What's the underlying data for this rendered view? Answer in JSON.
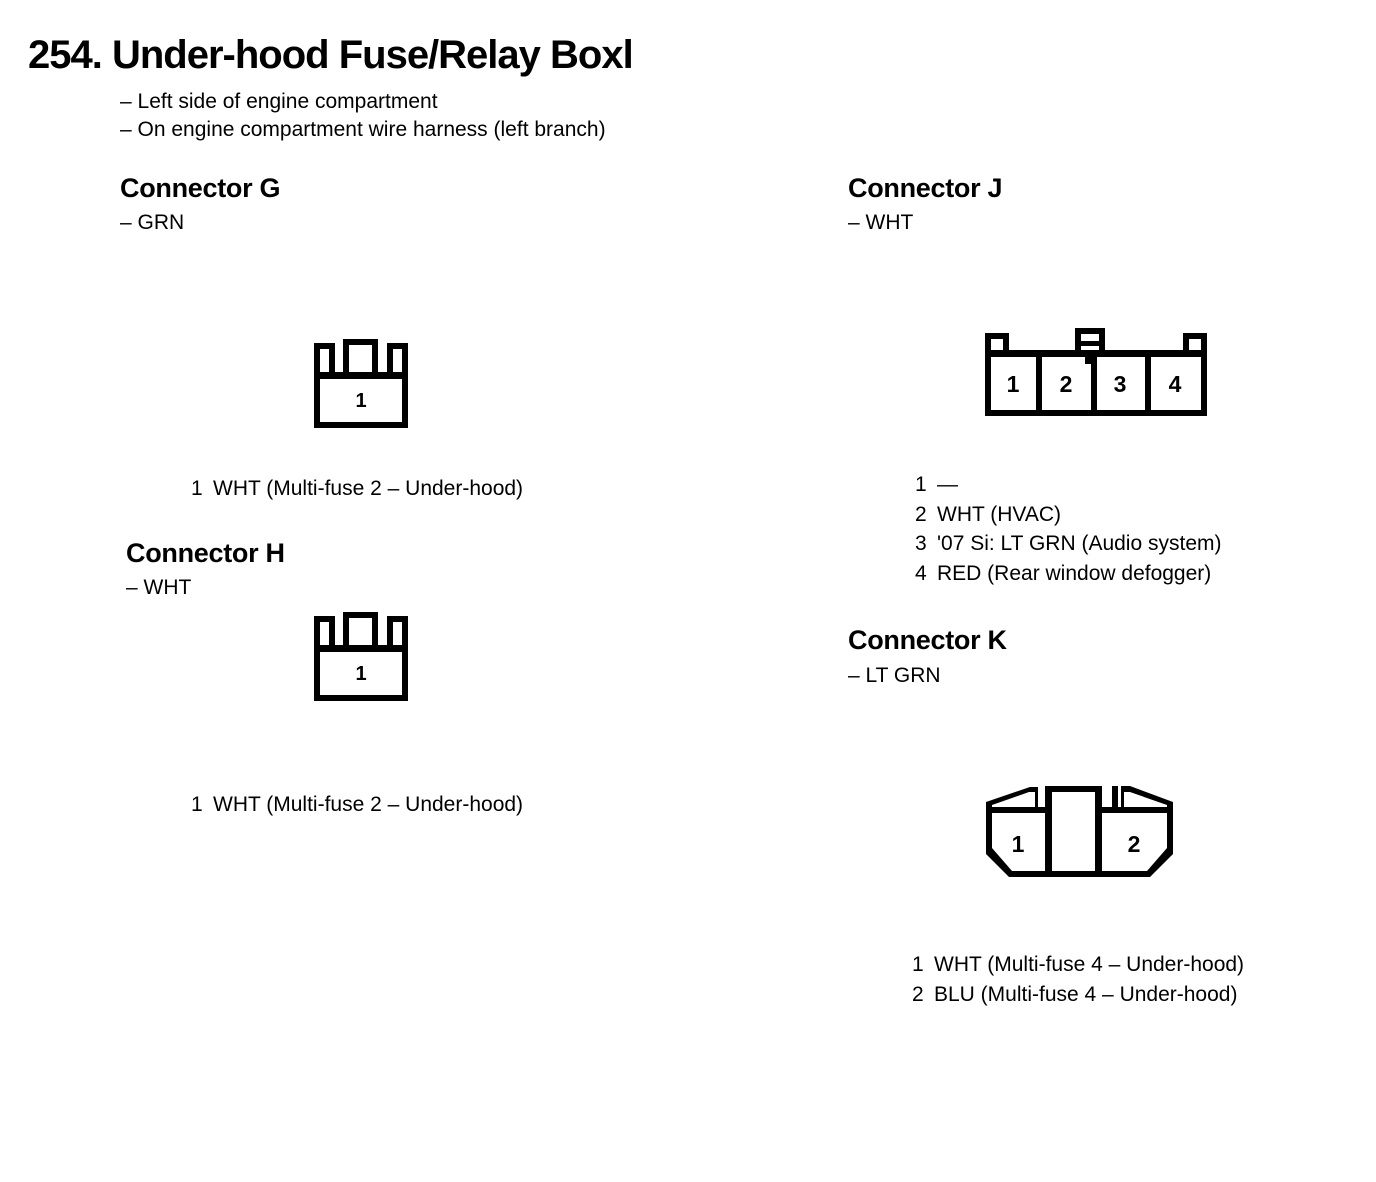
{
  "title": "254. Under-hood Fuse/Relay Boxl",
  "location_notes": [
    "– Left side of engine compartment",
    "– On engine compartment wire harness (left branch)"
  ],
  "ink_color": "#000000",
  "paper_color": "#ffffff",
  "connectors": {
    "g": {
      "heading": "Connector G",
      "color_note": "– GRN",
      "cavities": [
        "1"
      ],
      "pins": [
        {
          "num": "1",
          "desc": "WHT (Multi-fuse 2 – Under-hood)"
        }
      ]
    },
    "h": {
      "heading": "Connector H",
      "color_note": "– WHT",
      "cavities": [
        "1"
      ],
      "pins": [
        {
          "num": "1",
          "desc": "WHT (Multi-fuse 2 – Under-hood)"
        }
      ]
    },
    "j": {
      "heading": "Connector J",
      "color_note": "– WHT",
      "cavities": [
        "1",
        "2",
        "3",
        "4"
      ],
      "pins": [
        {
          "num": "1",
          "desc": "—"
        },
        {
          "num": "2",
          "desc": "WHT (HVAC)"
        },
        {
          "num": "3",
          "desc": "'07 Si: LT GRN (Audio system)"
        },
        {
          "num": "4",
          "desc": "RED (Rear window defogger)"
        }
      ]
    },
    "k": {
      "heading": "Connector K",
      "color_note": "– LT GRN",
      "cavities": [
        "1",
        "2"
      ],
      "pins": [
        {
          "num": "1",
          "desc": "WHT (Multi-fuse 4 – Under-hood)"
        },
        {
          "num": "2",
          "desc": "BLU (Multi-fuse 4 – Under-hood)"
        }
      ]
    }
  }
}
